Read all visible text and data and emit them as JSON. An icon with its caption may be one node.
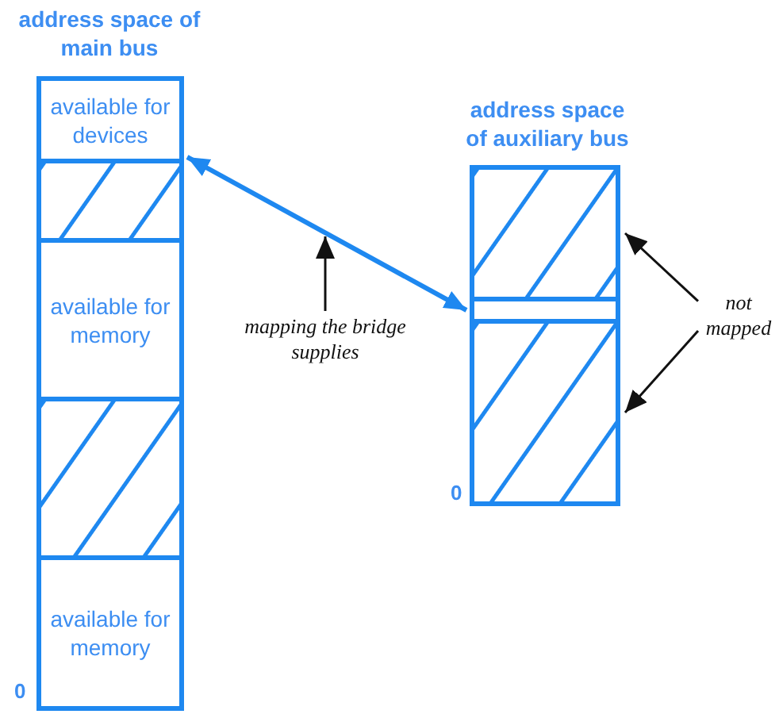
{
  "diagram": {
    "nodes": [
      {
        "text": [
          "address space of main bus"
        ],
        "beside": [
          "0"
        ]
      },
      {
        "text": [
          "available for devices"
        ],
        "in": 0
      },
      {
        "text": [],
        "shape": "box",
        "in": 0
      },
      {
        "text": [
          "available for memory"
        ],
        "in": 0
      },
      {
        "text": [],
        "shape": "box",
        "in": 0
      },
      {
        "text": [
          "available for memory"
        ],
        "in": 0
      },
      {
        "text": [
          "address space of auxiliary bus"
        ],
        "beside": [
          "0"
        ]
      },
      {
        "text": [],
        "shape": "box",
        "in": 6
      },
      {
        "text": [],
        "shape": "box",
        "in": 6
      },
      {
        "text": [],
        "shape": "box",
        "in": 6
      },
      {
        "text": [
          "mapping the bridge supplies"
        ]
      },
      {
        "text": [
          "not mapped"
        ]
      }
    ],
    "edges": [
      {
        "from": 2,
        "to": 8,
        "arrow": "both",
        "style": "thick",
        "color": "#1e88f0"
      },
      {
        "from": 10,
        "to": null,
        "arrow": "to"
      },
      {
        "from": 11,
        "to": 7,
        "arrow": "to"
      },
      {
        "from": 11,
        "to": 9,
        "arrow": "to"
      }
    ]
  }
}
